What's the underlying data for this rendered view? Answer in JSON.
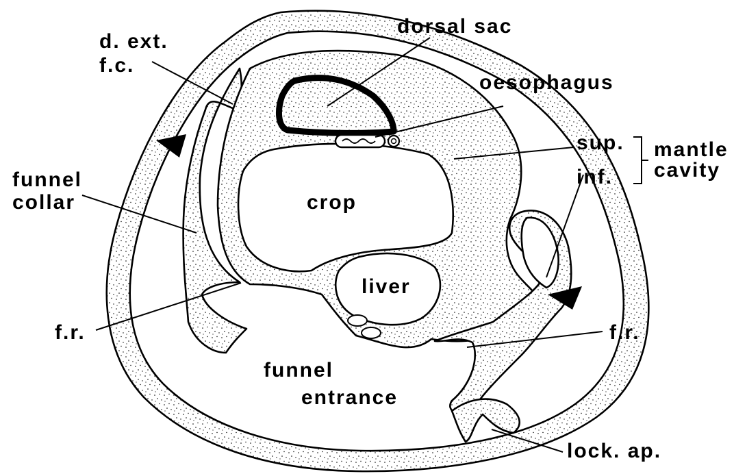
{
  "labels": {
    "d_ext_fc_line1": "d. ext.",
    "d_ext_fc_line2": "f.c.",
    "dorsal_sac": "dorsal sac",
    "oesophagus": "oesophagus",
    "sup": "sup.",
    "inf": "inf.",
    "mantle": "mantle",
    "cavity": "cavity",
    "funnel_collar_line1": "funnel",
    "funnel_collar_line2": "collar",
    "crop": "crop",
    "liver": "liver",
    "fr_left": "f.r.",
    "fr_right": "f.r.",
    "funnel_entrance_line1": "funnel",
    "funnel_entrance_line2": "entrance",
    "lock_ap": "lock. ap."
  },
  "colors": {
    "ink": "#000000",
    "paper": "#ffffff",
    "stipple_dot": "#000000"
  }
}
